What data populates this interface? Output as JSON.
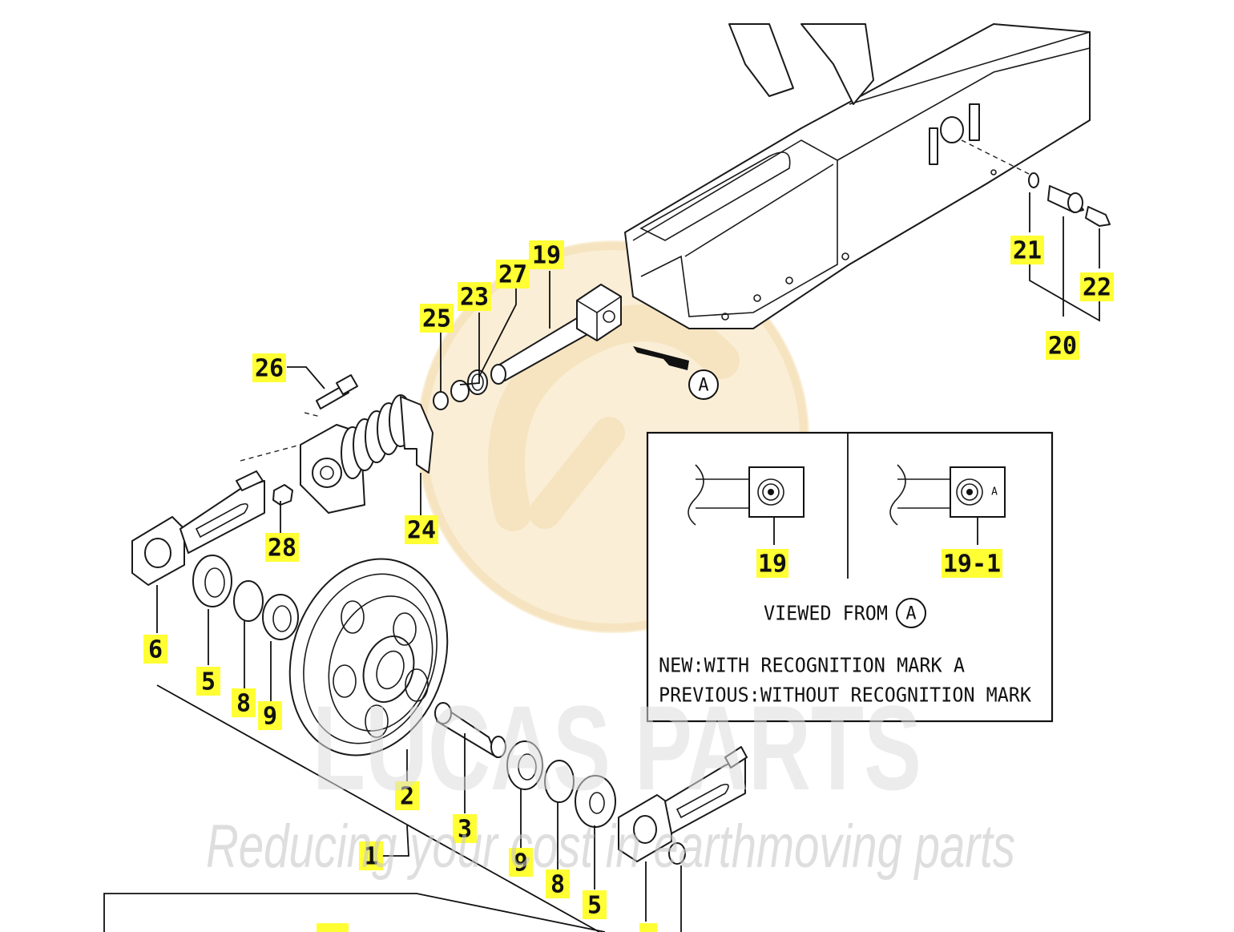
{
  "callouts": [
    "1",
    "2",
    "3",
    "5",
    "5",
    "6",
    "8",
    "8",
    "9",
    "9",
    "19",
    "19",
    "19-1",
    "20",
    "21",
    "22",
    "23",
    "24",
    "25",
    "26",
    "27",
    "28"
  ],
  "view_marker": "A",
  "inset": {
    "left_label": "19",
    "right_label": "19-1",
    "right_mark": "A",
    "viewed_from": "VIEWED FROM",
    "viewed_from_mark": "A",
    "note_new": "NEW:WITH RECOGNITION MARK A",
    "note_previous": "PREVIOUS:WITHOUT RECOGNITION MARK"
  },
  "watermark": {
    "brand": "LUCAS PARTS",
    "tagline": "Reducing your cost in earthmoving parts"
  },
  "colors": {
    "callout_highlight": "#ffff33",
    "line": "#1a1a1a",
    "watermark_logo": "#f5d9a3"
  }
}
